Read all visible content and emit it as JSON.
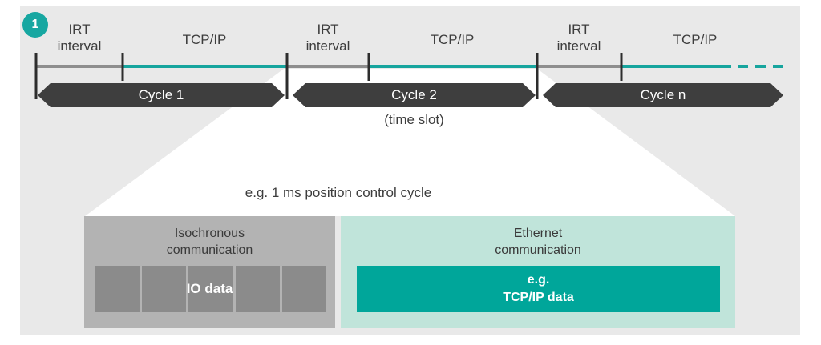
{
  "figure": {
    "badge_number": "1",
    "timeline": {
      "groups": [
        {
          "irt": "IRT\ninterval",
          "tcp": "TCP/IP"
        },
        {
          "irt": "IRT\ninterval",
          "tcp": "TCP/IP"
        },
        {
          "irt": "IRT\ninterval",
          "tcp": "TCP/IP"
        }
      ],
      "cycles": [
        {
          "label": "Cycle 1"
        },
        {
          "label": "Cycle 2",
          "sublabel": "(time slot)"
        },
        {
          "label": "Cycle n"
        }
      ]
    },
    "detail": {
      "caption": "e.g. 1 ms position control cycle",
      "isochronous": {
        "title": "Isochronous\ncommunication",
        "label": "IO data",
        "slot_count": 5
      },
      "ethernet": {
        "title": "Ethernet\ncommunication",
        "label": "e.g.\nTCP/IP data"
      }
    },
    "colors": {
      "panel_bg": "#e9e9e9",
      "teal_line": "#17a59e",
      "teal_bar": "#00a69a",
      "mint_box": "#c0e4da",
      "gray_line": "#8e8e8e",
      "dark_bar": "#3e3e3e",
      "gray_box": "#b3b3b3",
      "slot_gray": "#8b8b8b",
      "badge_teal": "#17a7a1"
    }
  }
}
